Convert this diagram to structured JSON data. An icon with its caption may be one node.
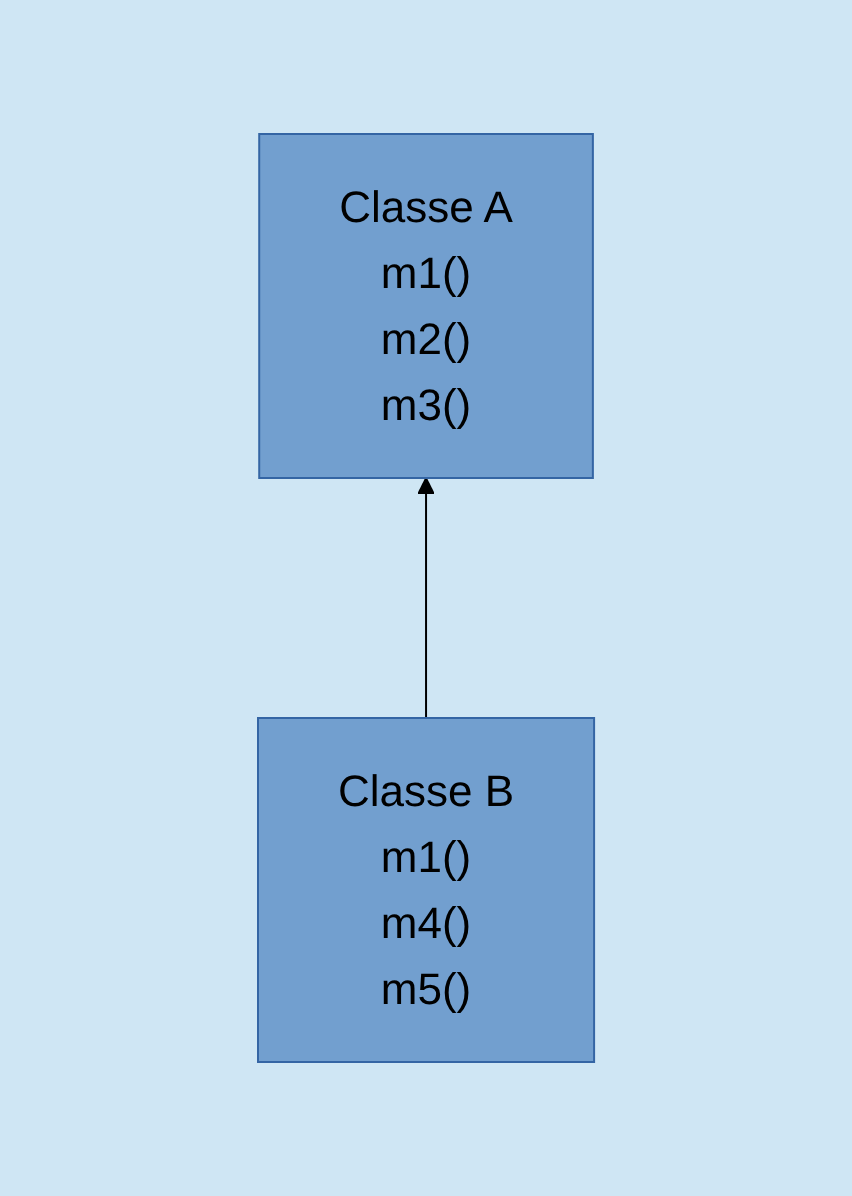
{
  "diagram": {
    "nodes": [
      {
        "text": [
          "Classe A",
          "m1()",
          "m2()",
          "m3()"
        ]
      },
      {
        "text": [
          "Classe B",
          "m1()",
          "m4()",
          "m5()"
        ]
      }
    ],
    "edges": [
      {
        "from": 1,
        "to": 0,
        "arrow": "to"
      }
    ]
  }
}
